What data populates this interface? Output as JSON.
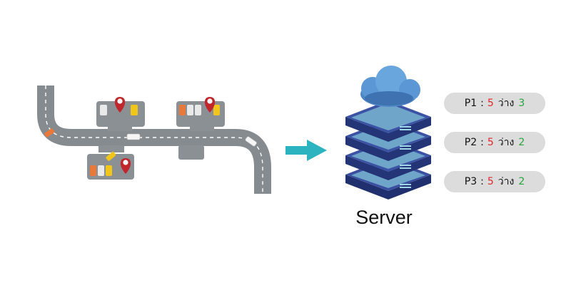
{
  "server": {
    "label": "Server"
  },
  "colors": {
    "road": "#868b8f",
    "lot": "#8b9094",
    "pin": "#c0272d",
    "arrow": "#2bb3bf",
    "total": "#e0262b",
    "free": "#2aa33b",
    "pill_bg": "#dcdcdc"
  },
  "slots": [
    {
      "name": "P1",
      "separator": ":",
      "total": "5",
      "free_label": "ว่าง",
      "free": "3"
    },
    {
      "name": "P2",
      "separator": ":",
      "total": "5",
      "free_label": "ว่าง",
      "free": "2"
    },
    {
      "name": "P3",
      "separator": ":",
      "total": "5",
      "free_label": "ว่าง",
      "free": "2"
    }
  ]
}
